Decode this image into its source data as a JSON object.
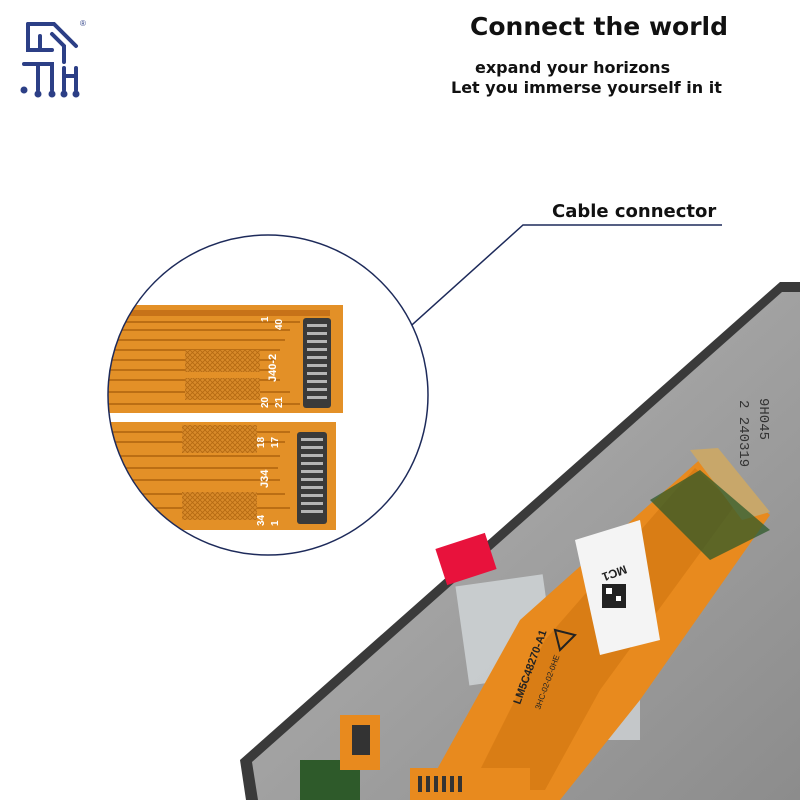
{
  "brand": {
    "registered_mark": "®"
  },
  "header": {
    "headline": "Connect the world",
    "subline_1": "expand your horizons",
    "subline_2": "Let you immerse yourself in it"
  },
  "callout": {
    "label": "Cable connector"
  },
  "upper_connector_labels": {
    "pin_1": "1",
    "pin_40": "40",
    "part": "J40-2",
    "pin_20": "20",
    "pin_21": "21"
  },
  "lower_connector_labels": {
    "pin_18": "18",
    "pin_17": "17",
    "part": "J34",
    "pin_34": "34",
    "pin_1": "1"
  },
  "panel_text": {
    "code_a": "9H045",
    "code_b": "2 240319"
  },
  "flex_cable_text": {
    "sticker": "MC1",
    "part_no": "LM5C48270-A1",
    "small_print": "3HC-02-02-0HE"
  },
  "colors": {
    "flex": "#e88a1e",
    "panel": "#9a9a9a",
    "callout_line": "#1d2a5a",
    "tab": "#e8123c"
  }
}
